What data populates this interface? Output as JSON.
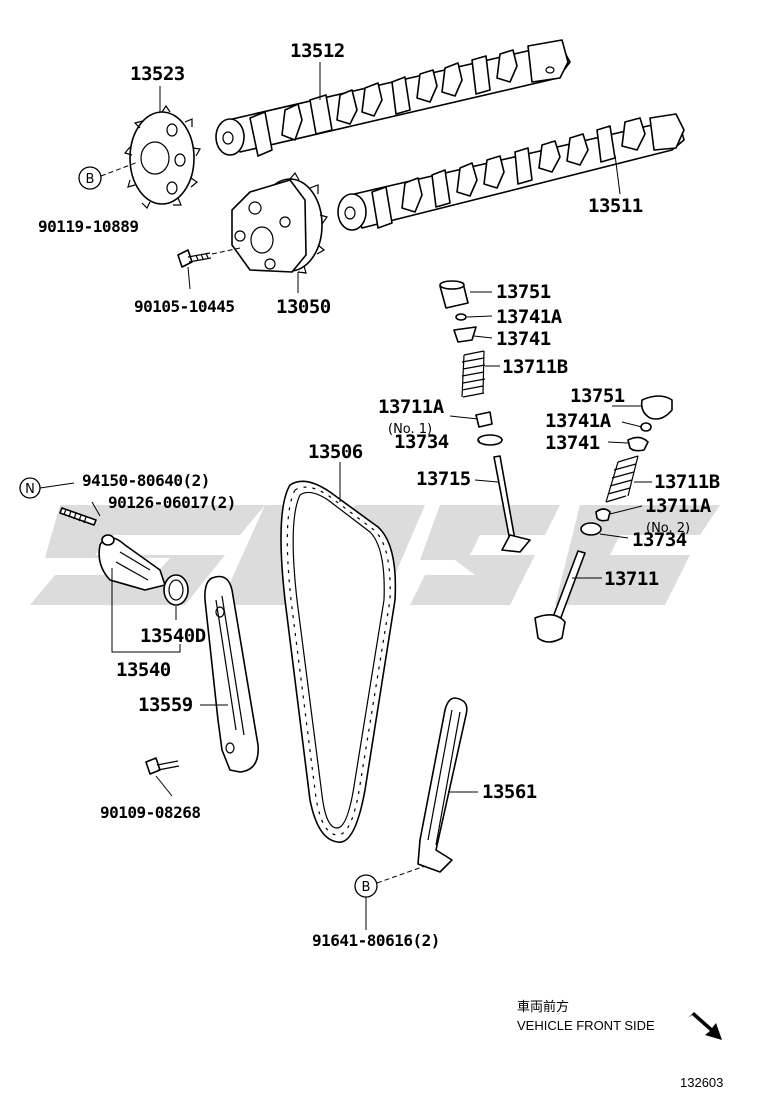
{
  "watermark_text": "SAGE",
  "labels": {
    "p13523": "13523",
    "p13512": "13512",
    "p13511": "13511",
    "p90119": "90119-10889",
    "p90105": "90105-10445",
    "p13050": "13050",
    "p13751_1": "13751",
    "p13741A_1": "13741A",
    "p13741_1": "13741",
    "p13711B_1": "13711B",
    "p13711A_1": "13711A",
    "note_no1": "(No. 1)",
    "p13734_1": "13734",
    "p13715": "13715",
    "p13751_2": "13751",
    "p13741A_2": "13741A",
    "p13741_2": "13741",
    "p13711B_2": "13711B",
    "p13711A_2": "13711A",
    "note_no2": "(No. 2)",
    "p13734_2": "13734",
    "p13711": "13711",
    "p13506": "13506",
    "p94150": "94150-80640(2)",
    "p90126": "90126-06017(2)",
    "p13540D": "13540D",
    "p13540": "13540",
    "p13559": "13559",
    "p90109": "90109-08268",
    "p13561": "13561",
    "p91641": "91641-80616(2)",
    "ref_b1": "B",
    "ref_b2": "B",
    "ref_n": "N"
  },
  "footer": {
    "direction_jp": "車両前方",
    "direction_en": "VEHICLE FRONT SIDE",
    "illustration_no": "132603"
  }
}
